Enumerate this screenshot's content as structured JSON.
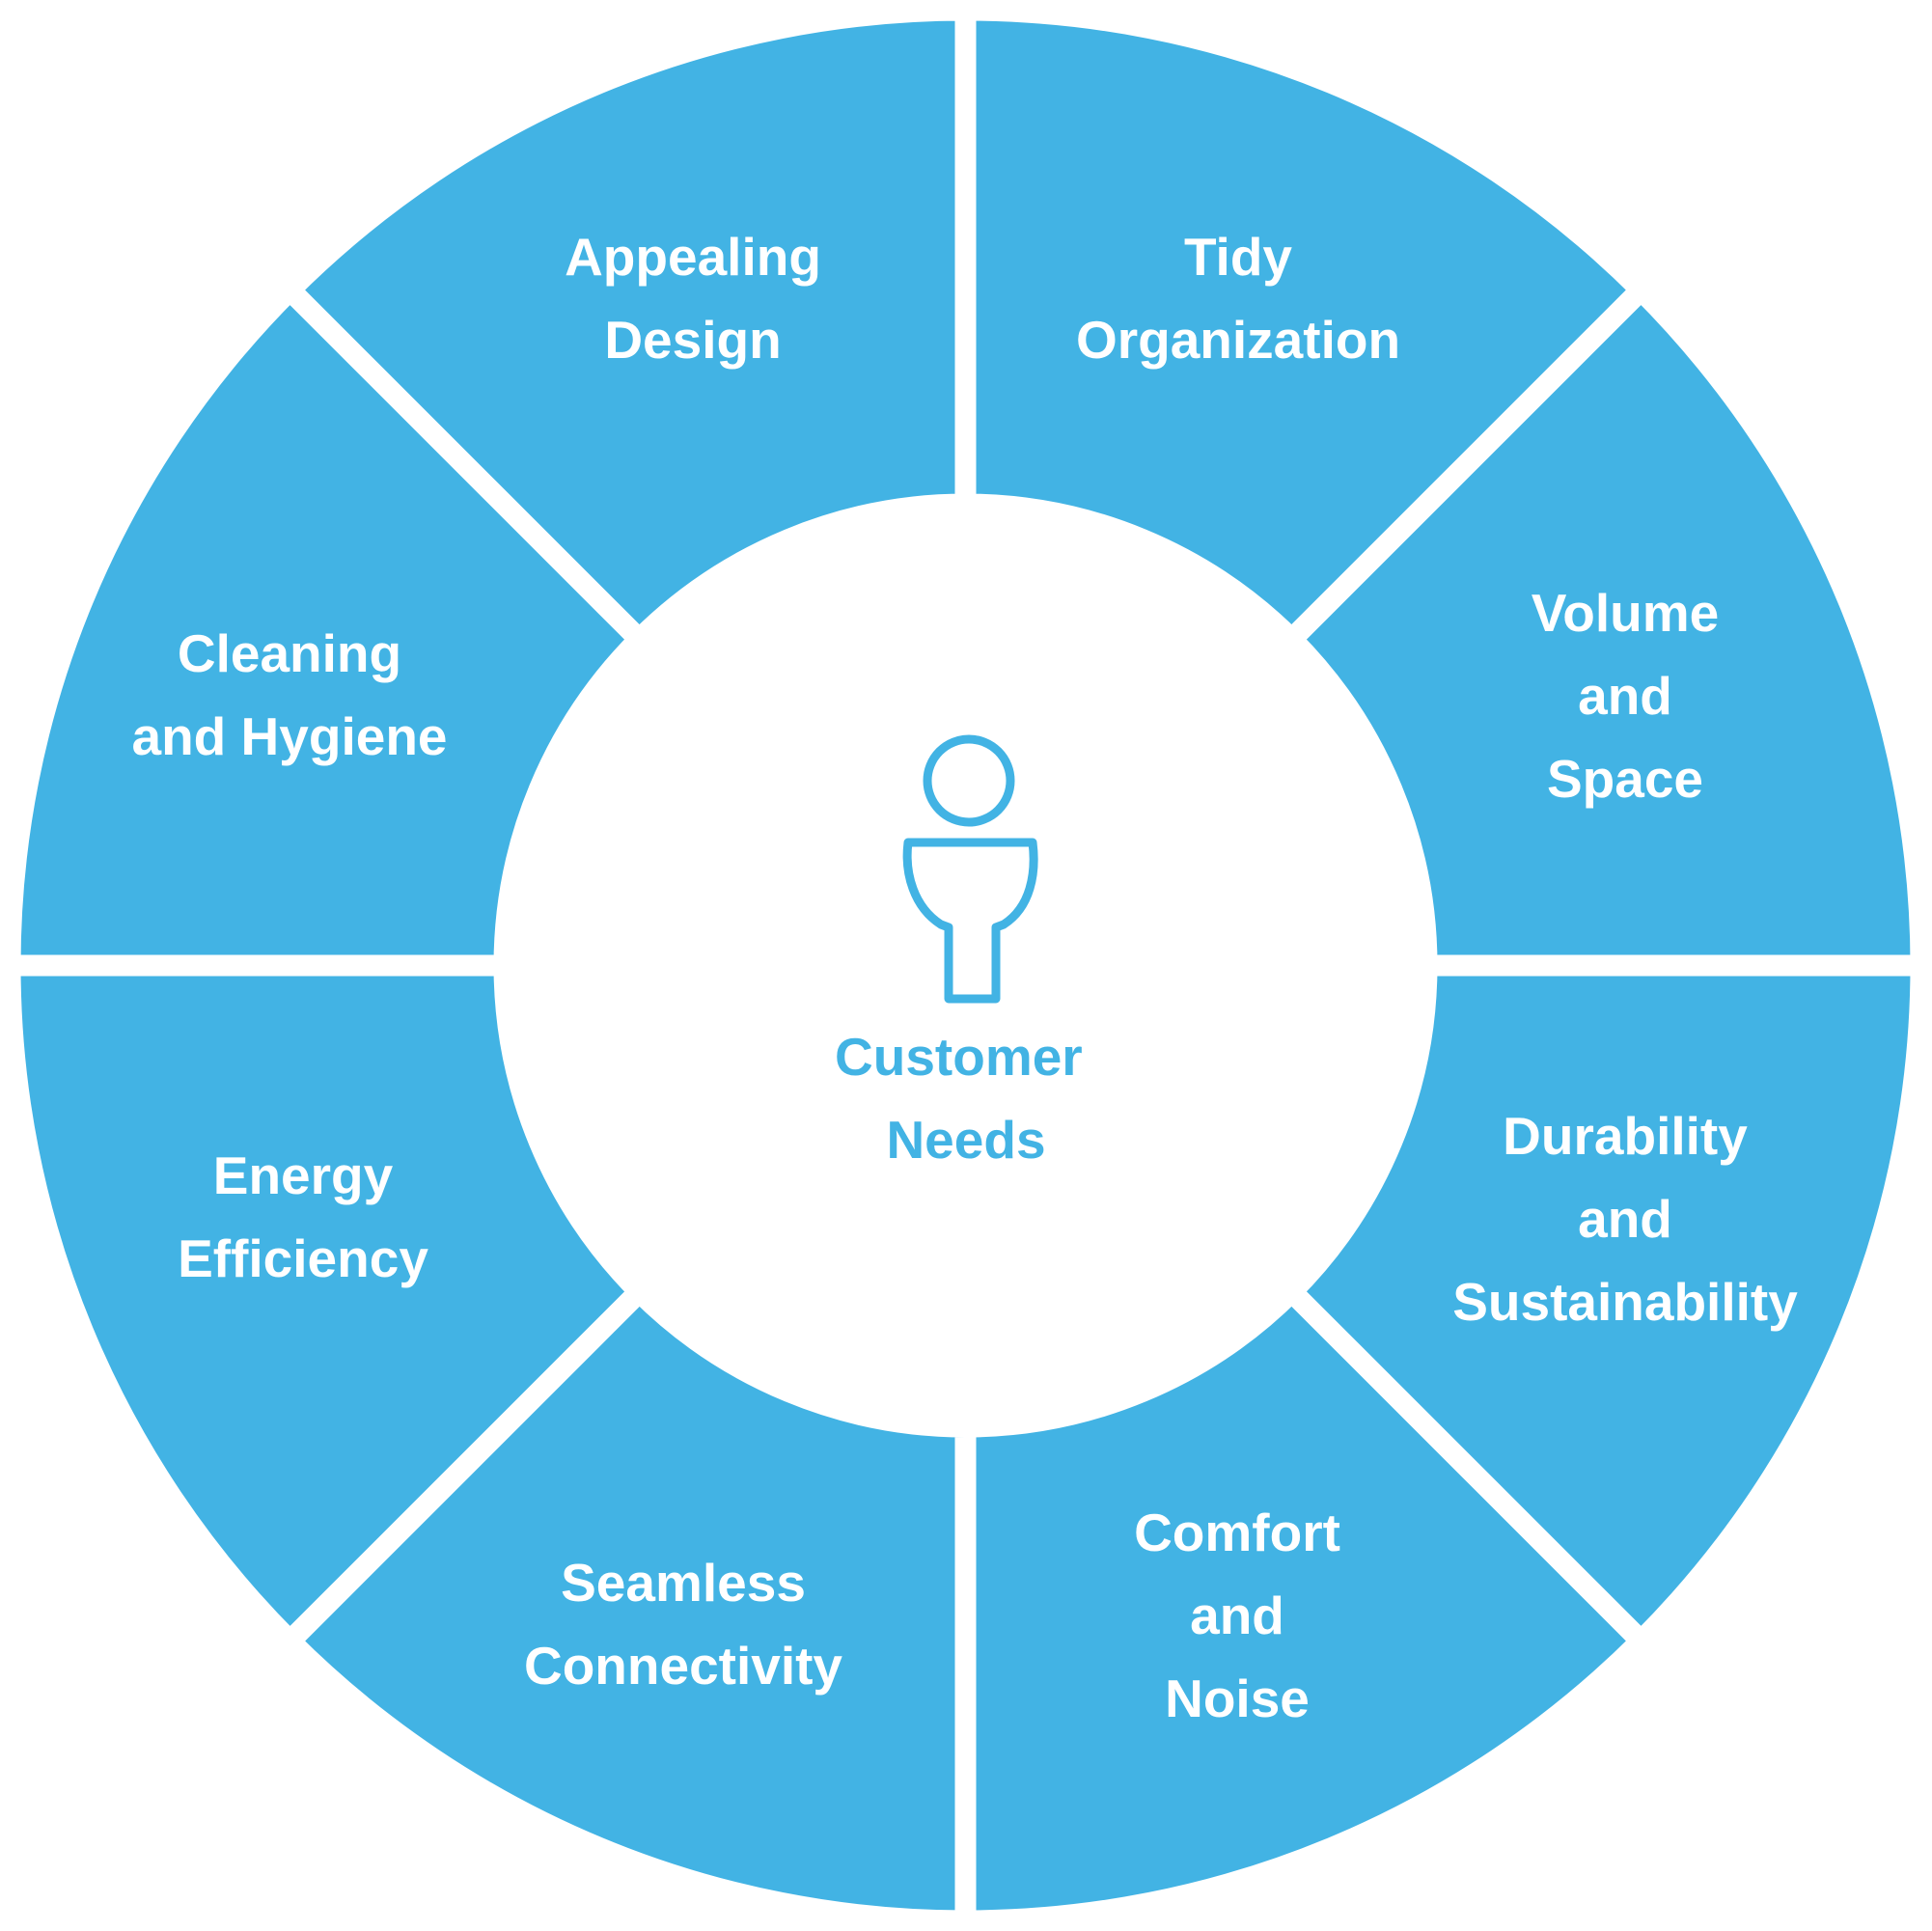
{
  "colors": {
    "segment_fill": "#42b3e4",
    "center_fill": "#ffffff",
    "gap": "#ffffff",
    "label_text": "#ffffff",
    "center_text": "#42b3e4"
  },
  "center": {
    "icon": "person-icon",
    "label_lines": [
      "Customer",
      "Needs"
    ]
  },
  "segments": [
    {
      "id": "tidy-organization",
      "label_lines": [
        "Tidy",
        "Organization"
      ]
    },
    {
      "id": "volume-and-space",
      "label_lines": [
        "Volume",
        "and",
        "Space"
      ]
    },
    {
      "id": "durability-and-sustainability",
      "label_lines": [
        "Durability",
        "and",
        "Sustainability"
      ]
    },
    {
      "id": "comfort-and-noise",
      "label_lines": [
        "Comfort",
        "and",
        "Noise"
      ]
    },
    {
      "id": "seamless-connectivity",
      "label_lines": [
        "Seamless",
        "Connectivity"
      ]
    },
    {
      "id": "energy-efficiency",
      "label_lines": [
        "Energy",
        "Efficiency"
      ]
    },
    {
      "id": "cleaning-and-hygiene",
      "label_lines": [
        "Cleaning",
        "and Hygiene"
      ]
    },
    {
      "id": "appealing-design",
      "label_lines": [
        "Appealing",
        "Design"
      ]
    }
  ]
}
